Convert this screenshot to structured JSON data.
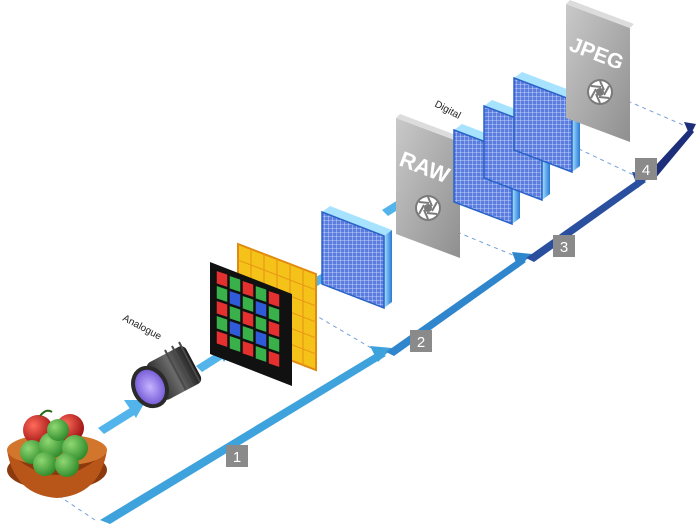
{
  "labels": {
    "analogue": "Analogue",
    "digital": "Digital",
    "raw": "RAW",
    "jpeg": "JPEG"
  },
  "stages": [
    "1",
    "2",
    "3",
    "4"
  ],
  "colors": {
    "arrow_light": "#3ea2dc",
    "arrow_mid": "#2f6fba",
    "arrow_dark": "#1d2f7a",
    "badge": "#8a8a8a",
    "doc": "#a6a6a6",
    "sensor_blue": "#3c5fd0",
    "filter_yellow": "#f5c21a",
    "apple_green": "#49a83a",
    "apple_red": "#c51f1f",
    "bowl": "#b8561a"
  },
  "icons": [
    "apple-bowl-icon",
    "lens-icon",
    "bayer-filter-icon",
    "aperture-icon"
  ]
}
